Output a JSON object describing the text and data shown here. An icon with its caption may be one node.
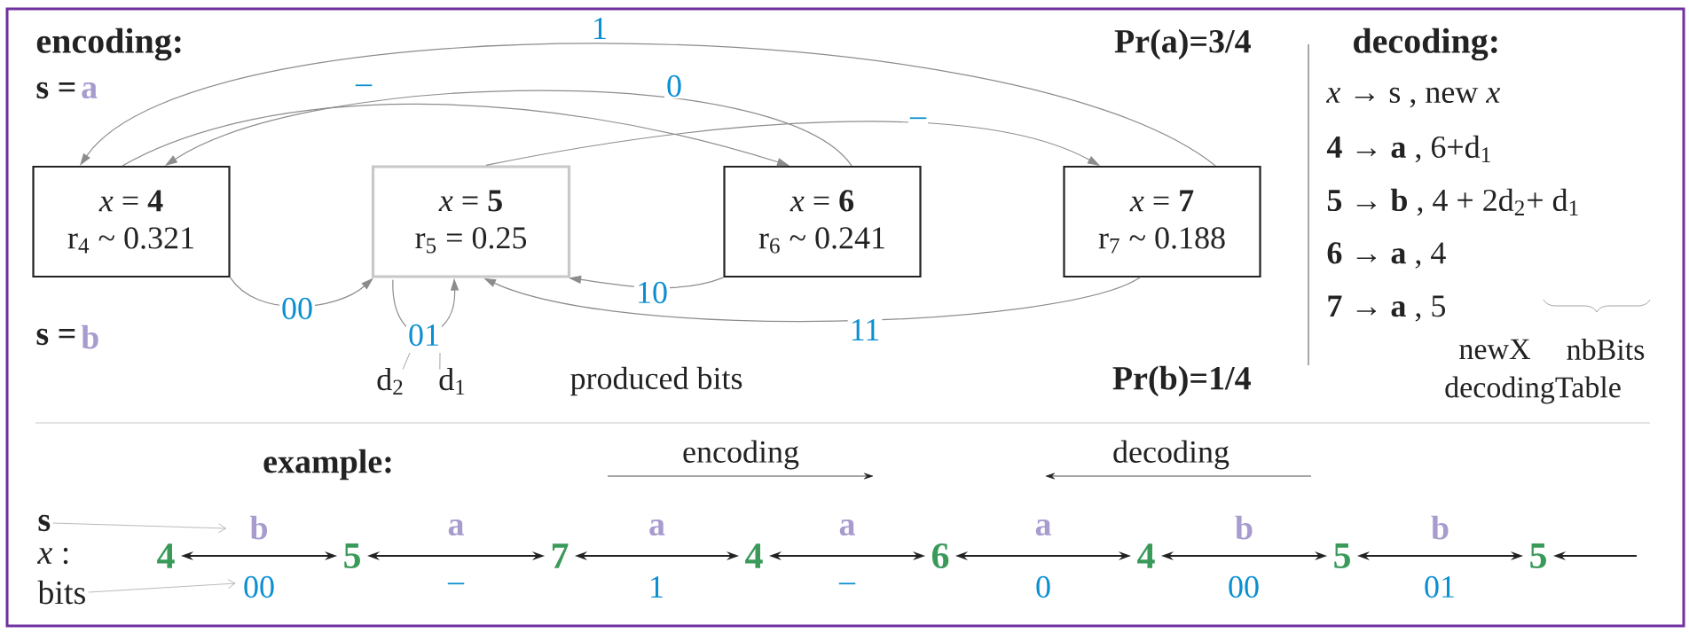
{
  "diagram": {
    "nodes": [
      {
        "text": [
          "*x* = **4**",
          "r$_{4}$ ~ 0.321"
        ]
      },
      {
        "text": [
          "*x* = **5**",
          "r$_{5}$ = 0.25"
        ]
      },
      {
        "text": [
          "*x* = **6**",
          "r$_{6}$ ~ 0.241"
        ]
      },
      {
        "text": [
          "*x* = **7**",
          "r$_{7}$ ~ 0.188"
        ]
      },
      {
        "text": [
          "d$_{2}$"
        ]
      },
      {
        "text": [
          "d$_{1}$"
        ]
      },
      {
        "text": [
          "s"
        ]
      },
      {
        "text": [
          "bits"
        ]
      },
      {
        "text": [
          "4"
        ]
      },
      {
        "text": [
          "5"
        ]
      },
      {
        "text": [
          "7"
        ]
      },
      {
        "text": [
          "4"
        ]
      },
      {
        "text": [
          "6"
        ]
      },
      {
        "text": [
          "4"
        ]
      },
      {
        "text": [
          "5"
        ]
      },
      {
        "text": [
          "5"
        ]
      },
      {
        "text": [
          "00"
        ]
      }
    ],
    "edges": [
      {
        "from": 0,
        "to": 2,
        "arrow": "to",
        "label": "–"
      },
      {
        "from": 2,
        "to": 0,
        "arrow": "to",
        "label": "0"
      },
      {
        "from": 3,
        "to": 0,
        "arrow": "to",
        "label": "1"
      },
      {
        "from": 1,
        "to": 3,
        "arrow": "to",
        "label": "–"
      },
      {
        "from": 0,
        "to": 1,
        "arrow": "to",
        "label": "00"
      },
      {
        "from": 1,
        "to": 1,
        "arrow": "to",
        "label": "01"
      },
      {
        "from": 2,
        "to": 1,
        "arrow": "to",
        "label": "10"
      },
      {
        "from": 3,
        "to": 1,
        "arrow": "to",
        "label": "11"
      },
      {
        "from": 4,
        "to": null,
        "arrow": "none"
      },
      {
        "from": 5,
        "to": null,
        "arrow": "none"
      },
      {
        "from": 6,
        "to": null,
        "arrow": "to"
      },
      {
        "from": 7,
        "to": 16,
        "arrow": "to"
      },
      {
        "from": 8,
        "to": 9,
        "arrow": "both",
        "label": "b",
        "color": "#222222"
      },
      {
        "from": 9,
        "to": 10,
        "arrow": "both",
        "label": "a",
        "color": "#222222"
      },
      {
        "from": 10,
        "to": 11,
        "arrow": "both",
        "label": "a",
        "color": "#222222"
      },
      {
        "from": 11,
        "to": 12,
        "arrow": "both",
        "label": "a",
        "color": "#222222"
      },
      {
        "from": 12,
        "to": 13,
        "arrow": "both",
        "label": "a",
        "color": "#222222"
      },
      {
        "from": 13,
        "to": 14,
        "arrow": "both",
        "label": "b",
        "color": "#222222"
      },
      {
        "from": 14,
        "to": 15,
        "arrow": "both",
        "label": "b",
        "color": "#222222"
      },
      {
        "from": null,
        "to": 15,
        "arrow": "to",
        "color": "#222222"
      }
    ],
    "labels": [
      "encoding:",
      "s =",
      "a",
      "Pr(a)=3/4",
      "decoding:",
      "*x* → s , new *x*",
      "**4** → **a** , 6+d$_{1}$",
      "**5** → **b** , 4 + 2d$_{2}$+ d$_{1}$",
      "**6** → **a** , 4",
      "**7** → **a** , 5",
      "s =",
      "b",
      "newX",
      "nbBits",
      "produced bits",
      "Pr(b)=1/4",
      "decodingTable",
      "example:",
      "encoding",
      "decoding",
      "*x* :",
      "–",
      "1",
      "–",
      "0",
      "00",
      "01"
    ]
  }
}
